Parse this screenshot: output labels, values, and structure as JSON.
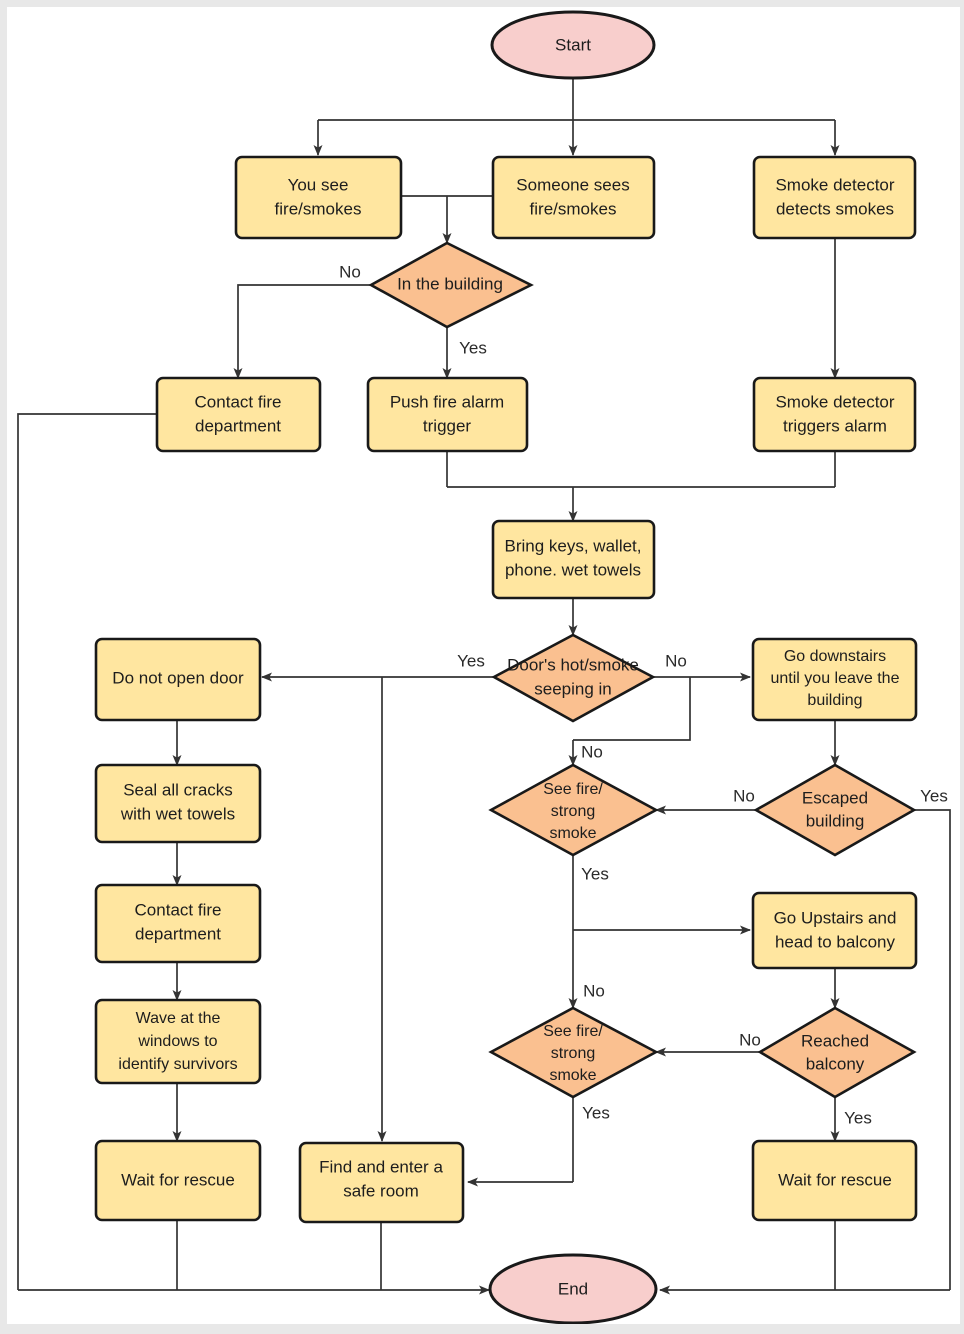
{
  "diagram": {
    "title": "Fire Emergency Response Flowchart",
    "type": "flowchart",
    "colors": {
      "terminator_fill": "#f8cecc",
      "process_fill": "#ffe6a0",
      "decision_fill": "#fac090",
      "stroke": "#191919",
      "edge": "#333333",
      "canvas": "#ffffff",
      "page_margin": "#e8e8e8"
    },
    "nodes": [
      {
        "id": "start",
        "shape": "terminator",
        "label": "Start"
      },
      {
        "id": "you_see",
        "shape": "process",
        "label": "You see fire/smokes",
        "line1": "You see",
        "line2": "fire/smokes"
      },
      {
        "id": "someone_sees",
        "shape": "process",
        "label": "Someone sees fire/smokes",
        "line1": "Someone sees",
        "line2": "fire/smokes"
      },
      {
        "id": "smoke_det",
        "shape": "process",
        "label": "Smoke detector detects smokes",
        "line1": "Smoke detector",
        "line2": "detects smokes"
      },
      {
        "id": "in_building",
        "shape": "decision",
        "label": "In the building"
      },
      {
        "id": "contact_fd_1",
        "shape": "process",
        "label": "Contact fire department",
        "line1": "Contact fire",
        "line2": "department"
      },
      {
        "id": "push_alarm",
        "shape": "process",
        "label": "Push fire alarm trigger",
        "line1": "Push fire alarm",
        "line2": "trigger"
      },
      {
        "id": "det_triggers",
        "shape": "process",
        "label": "Smoke detector triggers alarm",
        "line1": "Smoke detector",
        "line2": "triggers alarm"
      },
      {
        "id": "bring_keys",
        "shape": "process",
        "label": "Bring keys, wallet, phone. wet towels",
        "line1": "Bring keys, wallet,",
        "line2": "phone. wet towels"
      },
      {
        "id": "door_hot",
        "shape": "decision",
        "label": "Door's hot/smoke seeping in",
        "line1": "Door's hot/smoke",
        "line2": "seeping in"
      },
      {
        "id": "do_not_open",
        "shape": "process",
        "label": "Do not open door"
      },
      {
        "id": "go_down",
        "shape": "process",
        "label": "Go downstairs until you leave the building",
        "line1": "Go downstairs",
        "line2": "until you leave the",
        "line3": "building"
      },
      {
        "id": "seal_cracks",
        "shape": "process",
        "label": "Seal all cracks with wet towels",
        "line1": "Seal all cracks",
        "line2": "with wet towels"
      },
      {
        "id": "see_fire_1",
        "shape": "decision",
        "label": "See fire/ strong smoke",
        "line1": "See fire/",
        "line2": "strong",
        "line3": "smoke"
      },
      {
        "id": "escaped",
        "shape": "decision",
        "label": "Escaped building",
        "line1": "Escaped",
        "line2": "building"
      },
      {
        "id": "contact_fd_2",
        "shape": "process",
        "label": "Contact fire department",
        "line1": "Contact fire",
        "line2": "department"
      },
      {
        "id": "go_upstairs",
        "shape": "process",
        "label": "Go Upstairs and head to balcony",
        "line1": "Go Upstairs and",
        "line2": "head to balcony"
      },
      {
        "id": "wave",
        "shape": "process",
        "label": "Wave at the windows to identify survivors",
        "line1": "Wave at the",
        "line2": "windows to",
        "line3": "identify survivors"
      },
      {
        "id": "see_fire_2",
        "shape": "decision",
        "label": "See fire/ strong smoke",
        "line1": "See fire/",
        "line2": "strong",
        "line3": "smoke"
      },
      {
        "id": "reached_balc",
        "shape": "decision",
        "label": "Reached balcony",
        "line1": "Reached",
        "line2": "balcony"
      },
      {
        "id": "wait_1",
        "shape": "process",
        "label": "Wait for rescue"
      },
      {
        "id": "safe_room",
        "shape": "process",
        "label": "Find and enter a safe room",
        "line1": "Find and enter a",
        "line2": "safe room"
      },
      {
        "id": "wait_2",
        "shape": "process",
        "label": "Wait for rescue"
      },
      {
        "id": "end",
        "shape": "terminator",
        "label": "End"
      }
    ],
    "edge_labels": {
      "in_building_no": "No",
      "in_building_yes": "Yes",
      "door_hot_yes": "Yes",
      "door_hot_no": "No",
      "door_hot_no_down": "No",
      "escaped_no": "No",
      "escaped_yes": "Yes",
      "see_fire_1_yes": "Yes",
      "see_fire_2_no": "No",
      "see_fire_2_yes": "Yes",
      "reached_no": "No",
      "reached_yes": "Yes"
    }
  }
}
